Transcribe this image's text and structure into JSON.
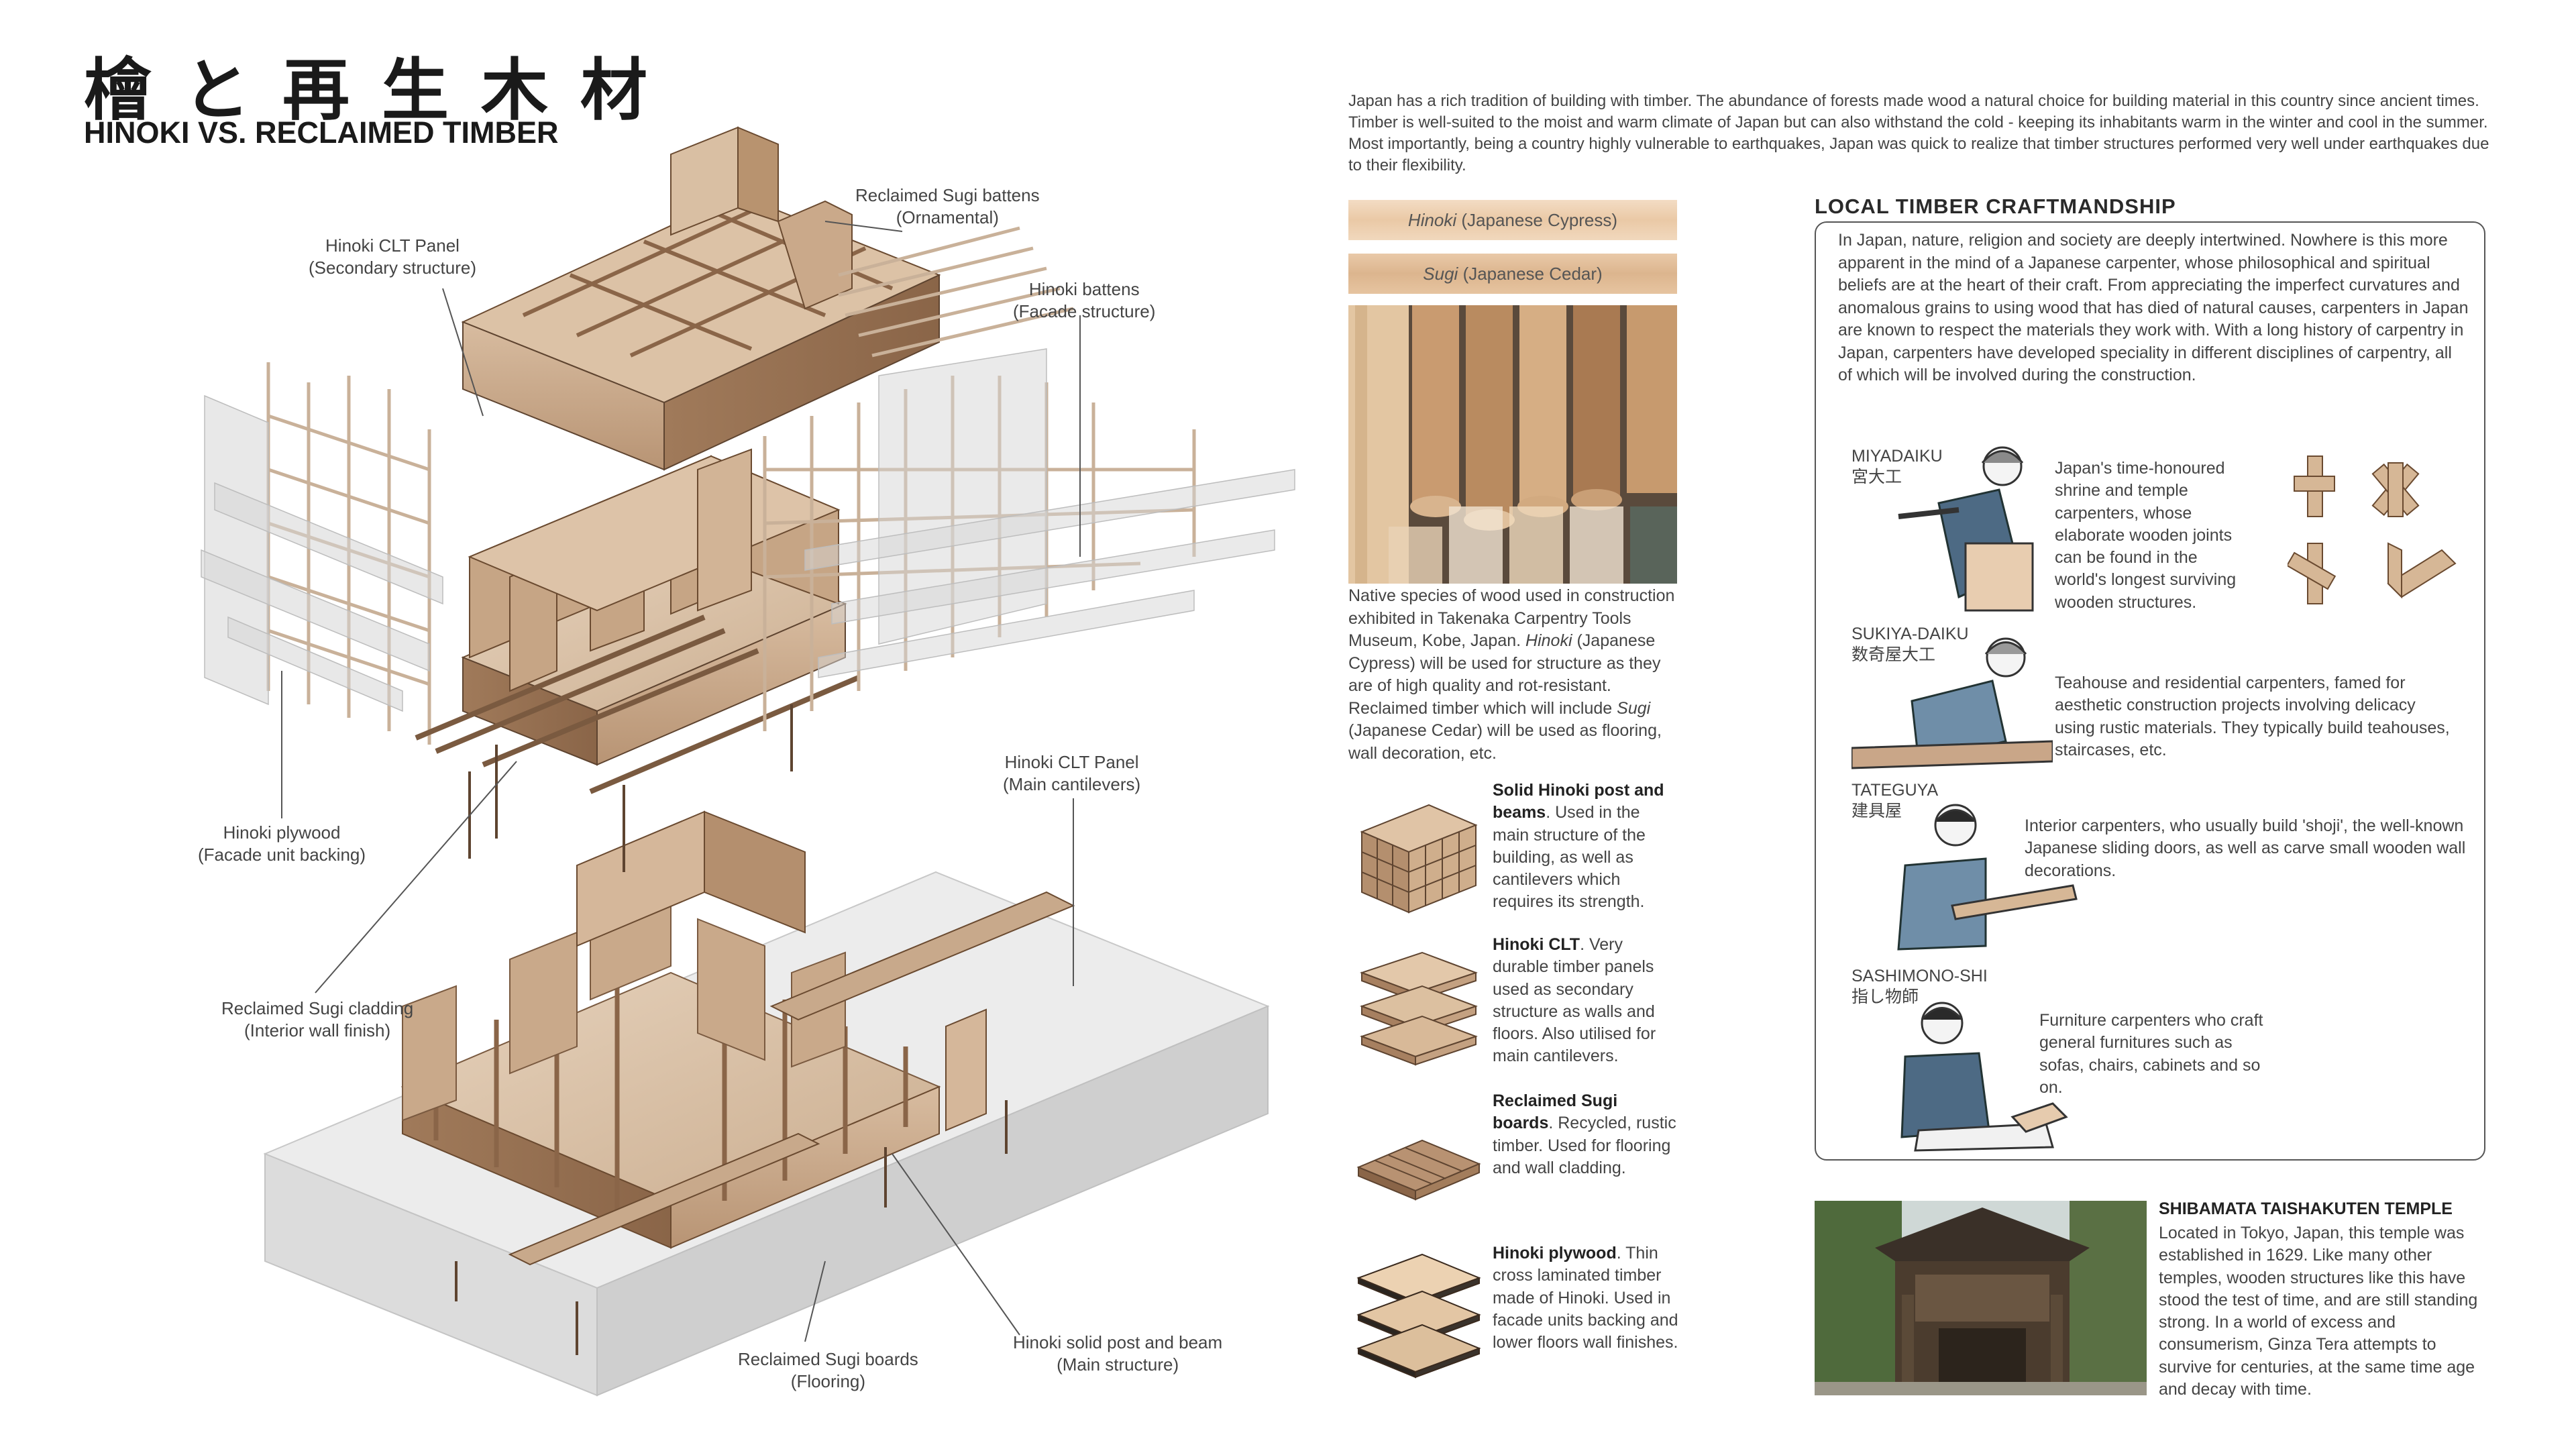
{
  "header": {
    "title_jp": "檜と再生木材",
    "title_en": "HINOKI VS. RECLAIMED TIMBER"
  },
  "diagram_labels": {
    "clt_secondary": [
      "Hinoki CLT Panel",
      "(Secondary structure)"
    ],
    "sugi_battens": [
      "Reclaimed Sugi battens",
      "(Ornamental)"
    ],
    "hinoki_battens": [
      "Hinoki battens",
      "(Facade structure)"
    ],
    "clt_main": [
      "Hinoki CLT Panel",
      "(Main cantilevers)"
    ],
    "plywood": [
      "Hinoki plywood",
      "(Facade unit backing)"
    ],
    "sugi_cladding": [
      "Reclaimed Sugi cladding",
      "(Interior wall finish)"
    ],
    "sugi_boards": [
      "Reclaimed Sugi boards",
      "(Flooring)"
    ],
    "solid_post": [
      "Hinoki solid post and beam",
      "(Main structure)"
    ]
  },
  "intro_text": "Japan has a rich tradition of building with timber.  The abundance of forests made wood a natural choice for building material in this country since ancient times. Timber is well-suited to the moist and warm climate of Japan but can also withstand the cold - keeping its inhabitants warm in the winter and cool in the summer. Most importantly, being a country highly vulnerable to earthquakes, Japan was quick to realize that timber structures performed very well under earthquakes due to their flexibility.",
  "wood_samples": [
    {
      "name": "Hinoki",
      "rest": " (Japanese Cypress)"
    },
    {
      "name": "Sugi",
      "rest": " (Japanese Cedar)"
    }
  ],
  "museum_caption": {
    "p1": "Native species of wood used in construction exhibited in Takenaka Carpentry Tools Museum, Kobe, Japan. ",
    "hinoki": "Hinoki",
    "p2": " (Japanese Cypress) will be used for structure as they are of high quality and rot-resistant. Reclaimed timber which will include ",
    "sugi": "Sugi",
    "p3": " (Japanese Cedar) will be used as flooring, wall decoration, etc."
  },
  "materials": [
    {
      "bold": "Solid Hinoki post and beams",
      "text": ". Used in the main structure of the building, as well as cantilevers which requires its strength."
    },
    {
      "bold": "Hinoki CLT",
      "text": ". Very durable timber panels used as secondary structure as walls and floors. Also utilised for main cantilevers."
    },
    {
      "bold": "Reclaimed Sugi boards",
      "text": ". Recycled, rustic timber. Used for flooring and wall cladding."
    },
    {
      "bold": "Hinoki plywood",
      "text": ". Thin cross laminated timber made of Hinoki. Used in facade units backing and lower floors wall finishes."
    }
  ],
  "craft": {
    "title": "LOCAL TIMBER CRAFTMANDSHIP",
    "intro": "In Japan, nature, religion and society are deeply intertwined. Nowhere is this more apparent in the mind of a Japanese carpenter, whose philosophical and spiritual beliefs are at the heart of their craft. From appreciating the imperfect curvatures and anomalous grains to using wood that has died of natural causes, carpenters in Japan are known to respect the materials they work with. With a long history of carpentry in Japan, carpenters have developed speciality in different disciplines of carpentry, all of which will be involved during the construction.",
    "crafters": [
      {
        "name": "MIYADAIKU",
        "jp": "宮大工",
        "desc": "Japan's time-honoured shrine and temple carpenters, whose elaborate wooden joints can be found in the world's longest surviving wooden structures."
      },
      {
        "name": "SUKIYA-DAIKU",
        "jp": "数奇屋大工",
        "desc": "Teahouse and residential carpenters, famed for aesthetic construction projects involving delicacy using rustic materials. They typically build teahouses, staircases, etc."
      },
      {
        "name": "TATEGUYA",
        "jp": "建具屋",
        "desc": "Interior carpenters, who usually build 'shoji', the well-known Japanese sliding doors, as well as carve small wooden wall decorations."
      },
      {
        "name": "SASHIMONO-SHI",
        "jp": "指し物師",
        "desc": "Furniture carpenters who craft general furnitures such as sofas, chairs, cabinets and so on."
      }
    ]
  },
  "temple": {
    "title": "SHIBAMATA TAISHAKUTEN TEMPLE",
    "text": "Located in Tokyo, Japan, this temple was established in 1629. Like many other temples, wooden structures like this have stood the test of time, and are still standing strong. In a world of excess and consumerism, Ginza Tera attempts to survive for centuries, at the same time age and decay with time."
  }
}
